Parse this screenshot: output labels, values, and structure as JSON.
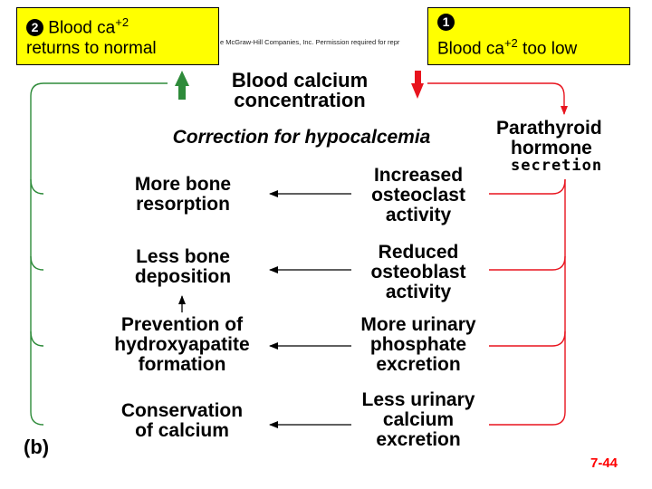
{
  "left_callout": {
    "number": "2",
    "line1_prefix": "Blood ca",
    "line1_sup": "+2",
    "line2": "returns to normal"
  },
  "right_callout": {
    "number": "1",
    "text_prefix": "Blood ca",
    "text_sup": "+2",
    "text_suffix": " too low"
  },
  "copyright": "e McGraw-Hill Companies, Inc. Permission required for repr",
  "center_title": {
    "line1": "Blood calcium",
    "line2": "concentration"
  },
  "subtitle": "Correction for hypocalcemia",
  "pth": {
    "line1": "Parathyroid",
    "line2": "hormone",
    "line3": "secretion"
  },
  "left_items": [
    {
      "line1": "More bone",
      "line2": "resorption"
    },
    {
      "line1": "Less bone",
      "line2": "deposition"
    },
    {
      "line1": "Prevention of",
      "line2": "hydroxyapatite",
      "line3": "formation"
    },
    {
      "line1": "Conservation",
      "line2": "of calcium"
    }
  ],
  "right_items": [
    {
      "line1": "Increased",
      "line2": "osteoclast",
      "line3": "activity"
    },
    {
      "line1": "Reduced",
      "line2": "osteoblast",
      "line3": "activity"
    },
    {
      "line1": "More urinary",
      "line2": "phosphate",
      "line3": "excretion"
    },
    {
      "line1": "Less urinary",
      "line2": "calcium",
      "line3": "excretion"
    }
  ],
  "panel_label": "(b)",
  "page_number": "7-44",
  "colors": {
    "green": "#2e8b3a",
    "red": "#e8141e",
    "callout": "#ffff00"
  }
}
